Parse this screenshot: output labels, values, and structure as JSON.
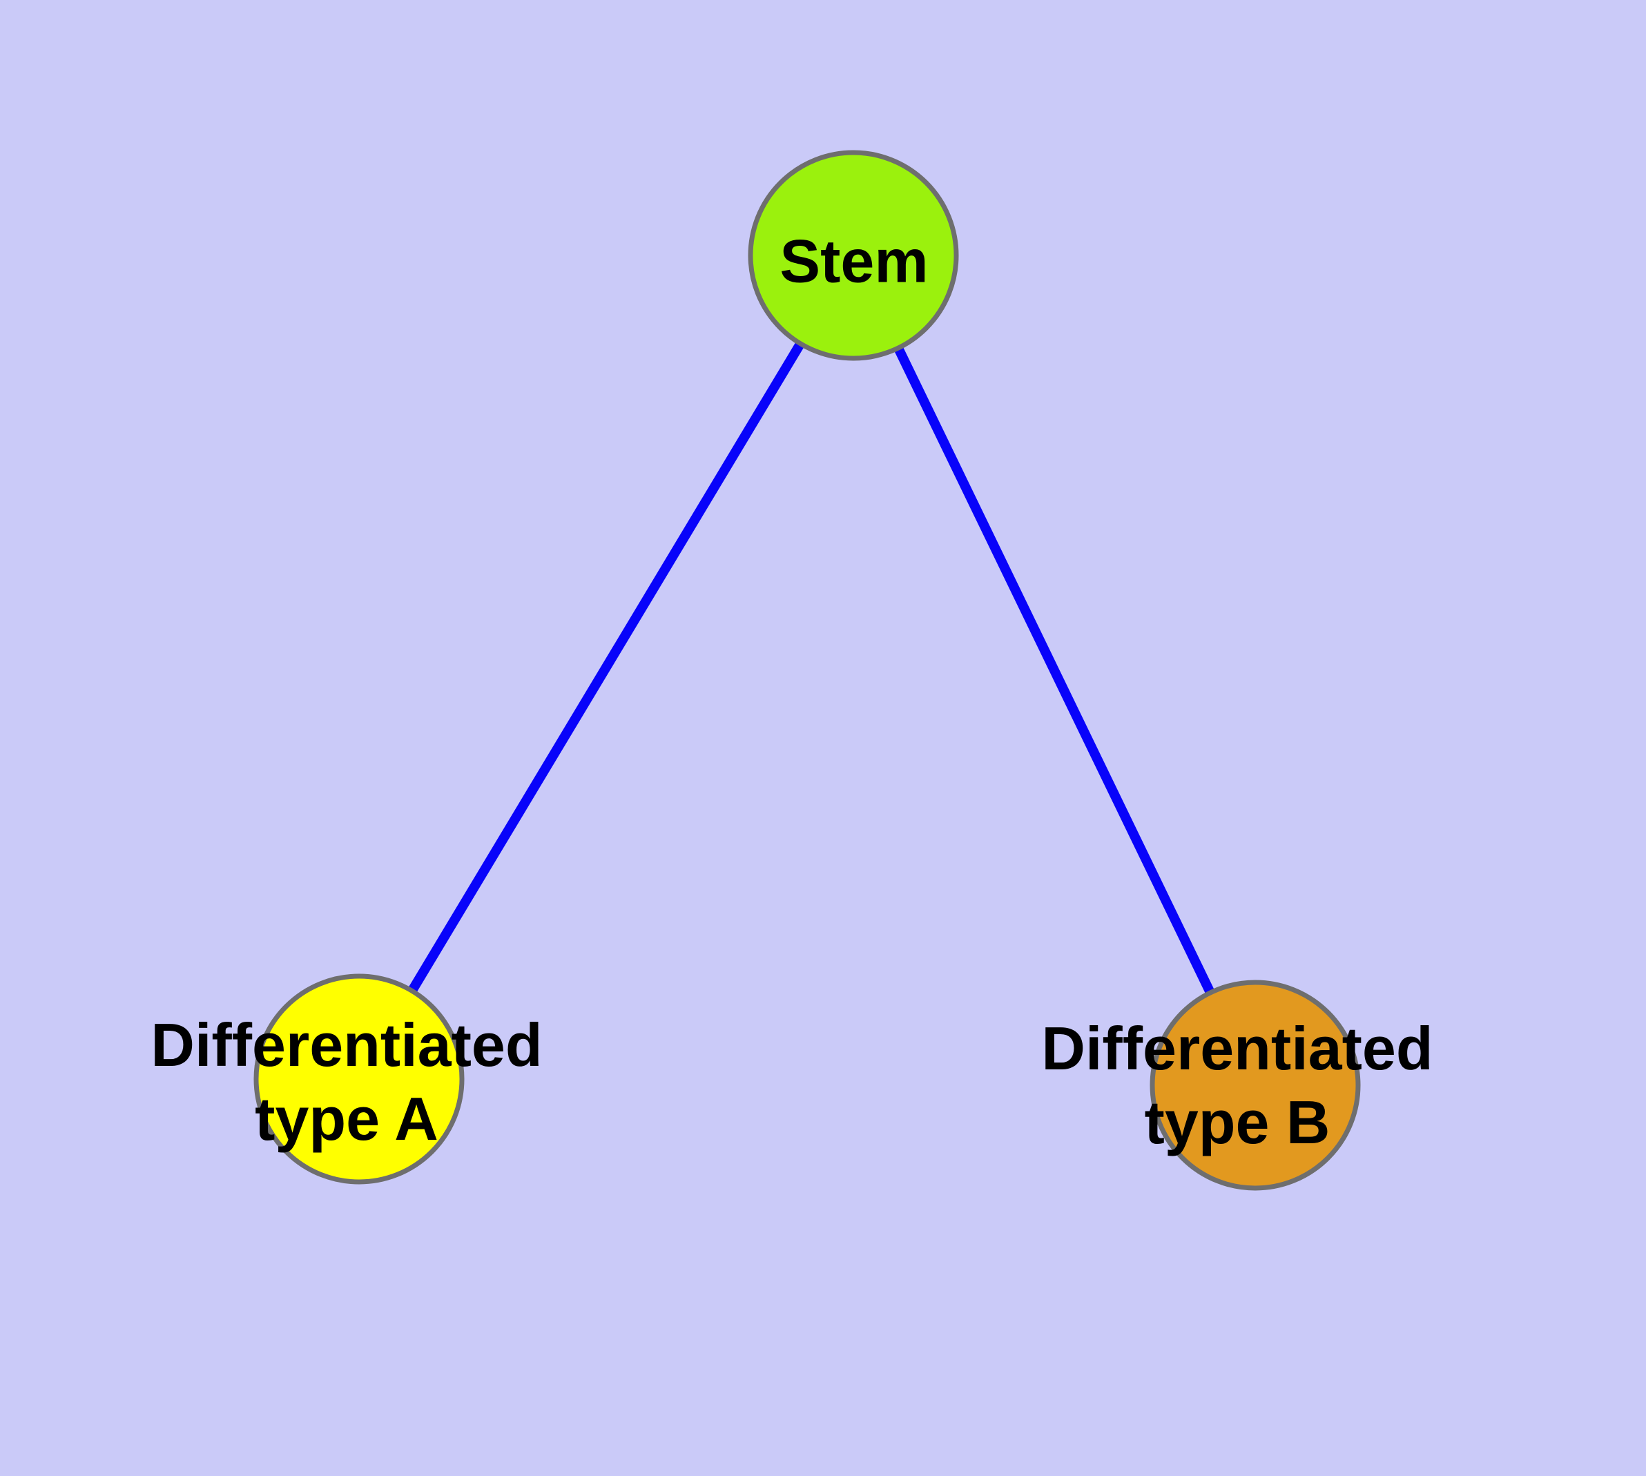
{
  "diagram": {
    "type": "graph",
    "description_visible_content_only": "Three-node tree diagram",
    "nodes": [
      {
        "id": "stem",
        "label": "Stem",
        "color": "#9BF10D"
      },
      {
        "id": "type-a",
        "label": "Differentiated\ntype A",
        "color": "#FFFF00"
      },
      {
        "id": "type-b",
        "label": "Differentiated\ntype B",
        "color": "#E2991F"
      }
    ],
    "edges": [
      {
        "from": "stem",
        "to": "type-a"
      },
      {
        "from": "stem",
        "to": "type-b"
      }
    ],
    "colors": {
      "background": "#CACAF8",
      "edge": "#0803FA",
      "node_border": "#6E6E6E",
      "label_text": "#000000"
    }
  }
}
